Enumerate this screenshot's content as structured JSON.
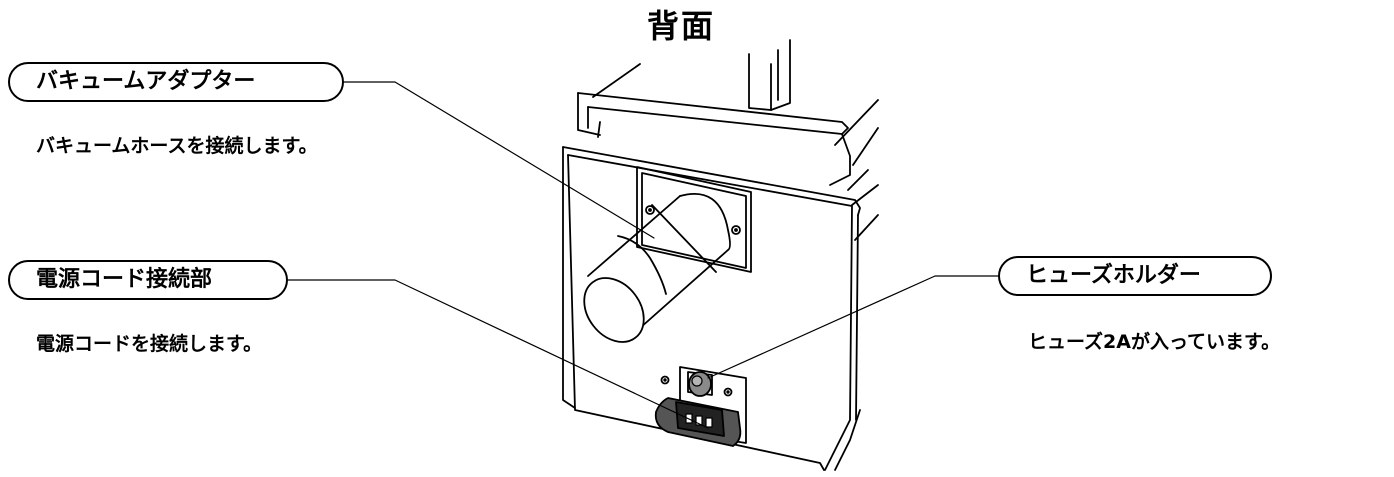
{
  "title": "背面",
  "callouts": {
    "vacuum_adapter": {
      "label": "バキュームアダプター",
      "description": "バキュームホースを接続します。"
    },
    "power_connector": {
      "label": "電源コード接続部",
      "description": "電源コードを接続します。"
    },
    "fuse_holder": {
      "label": "ヒューズホルダー",
      "description": "ヒューズ2Aが入っています。"
    }
  },
  "colors": {
    "line": "#000000",
    "background": "#ffffff",
    "socket_fill": "#555555",
    "knob_fill": "#8a8a8a"
  }
}
